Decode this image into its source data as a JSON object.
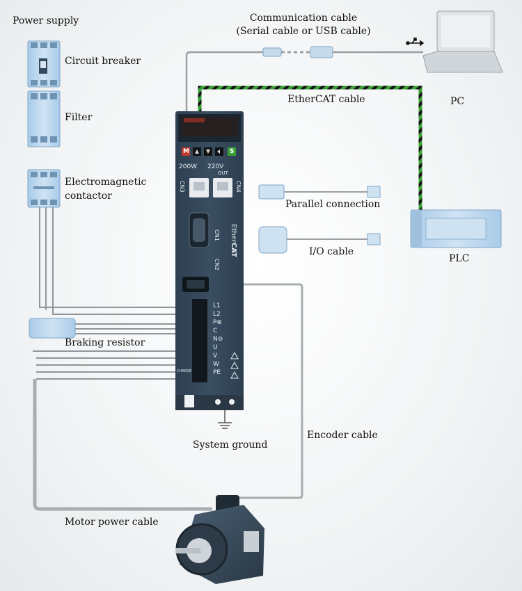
{
  "labels": {
    "power_supply": "Power supply",
    "circuit_breaker": "Circuit breaker",
    "filter": "Filter",
    "contactor_line1": "Electromagnetic",
    "contactor_line2": "contactor",
    "braking_resistor": "Braking resistor",
    "motor_power_cable": "Motor power cable",
    "comm_cable_line1": "Communication cable",
    "comm_cable_line2": "(Serial cable or USB cable)",
    "ethercat_cable": "EtherCAT cable",
    "pc": "PC",
    "parallel_connection": "Parallel connection",
    "io_cable": "I/O cable",
    "plc": "PLC",
    "system_ground": "System ground",
    "encoder_cable": "Encoder cable"
  },
  "drive": {
    "rating": "200W",
    "voltage": "220V",
    "button_m": "M",
    "button_s": "S",
    "port_cn3": "CN3",
    "port_out": "OUT",
    "port_cn4": "CN4",
    "port_cn1": "CN1",
    "port_cn2": "CN2",
    "logo_line1": "Ether",
    "logo_line2": "CAT",
    "terminals": [
      "L1",
      "L2",
      "P⊕",
      "C",
      "N⊖",
      "U",
      "V",
      "W",
      "PE"
    ],
    "charge_label": "CHARGE"
  },
  "colors": {
    "drive_body": "#34495c",
    "component_blue": "#bcd8ef",
    "ethercat_green": "#3aa035",
    "cable_gray": "#9aa0a4",
    "motor_body": "#3a4d5e"
  },
  "icons": [
    "usb-icon",
    "ground-icon",
    "warning-icon"
  ]
}
